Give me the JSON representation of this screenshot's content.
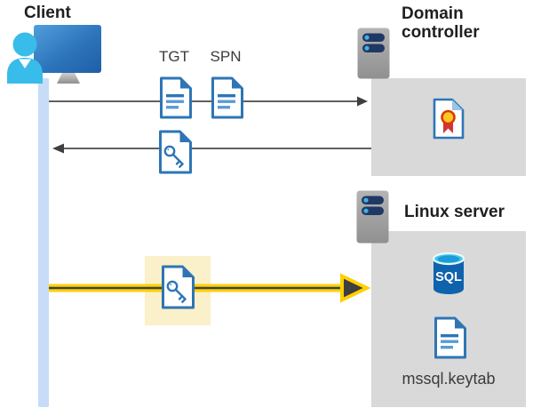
{
  "diagram": {
    "client": {
      "label": "Client"
    },
    "domain_controller": {
      "label": "Domain controller"
    },
    "linux_server": {
      "label": "Linux server",
      "sql_label": "SQL",
      "keytab_label": "mssql.keytab"
    },
    "tickets": {
      "tgt_label": "TGT",
      "spn_label": "SPN"
    },
    "icons": {
      "client": "workstation-user-icon",
      "domain_controller": "server-rack-icon",
      "linux_server": "server-rack-icon",
      "tgt": "document-icon",
      "spn": "document-icon",
      "service_ticket": "key-document-icon",
      "certificate": "certificate-icon",
      "database": "sql-database-icon",
      "keytab_file": "document-icon"
    },
    "colors": {
      "document_blue": "#2e75b6",
      "document_line_light": "#6fa8dc",
      "lifeline_blue": "#c6dcf7",
      "box_gray": "#d9d9d9",
      "arrow_gray": "#4a4a4a",
      "highlight_yellow": "#faf0c9",
      "arrow_yellow": "#ffd100",
      "sql_blue": "#0f62ac",
      "sql_top_cyan": "#45c8ea",
      "person_cyan": "#38bce9",
      "server_navy": "#203864",
      "seal_red": "#d13438",
      "seal_gold": "#ffc526"
    }
  }
}
